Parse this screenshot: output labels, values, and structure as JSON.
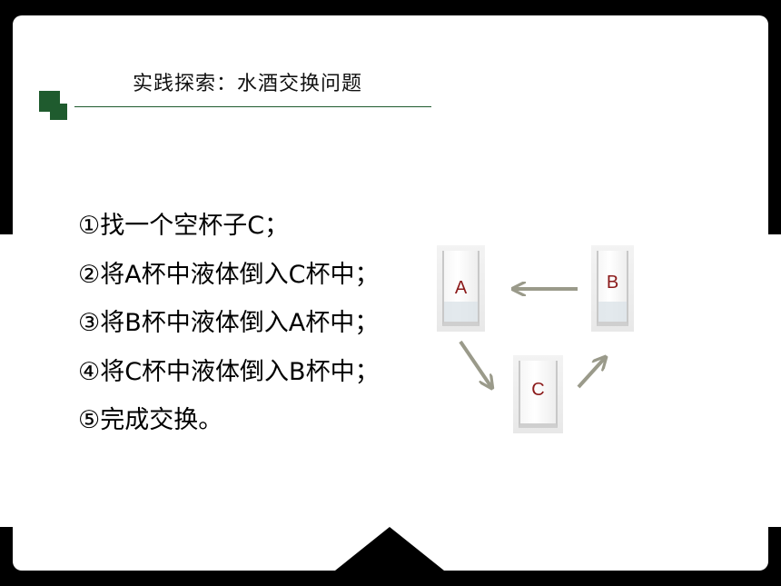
{
  "slide": {
    "title": "实践探索：水酒交换问题",
    "steps": [
      "①找一个空杯子C；",
      "②将A杯中液体倒入C杯中；",
      "③将B杯中液体倒入A杯中；",
      "④将C杯中液体倒入B杯中；",
      "⑤完成交换。"
    ]
  },
  "diagram": {
    "glasses": [
      {
        "label": "A",
        "content": "liquid"
      },
      {
        "label": "B",
        "content": "liquid"
      },
      {
        "label": "C",
        "content": "empty"
      }
    ],
    "arrows": [
      {
        "from": "B",
        "to": "A"
      },
      {
        "from": "A",
        "to": "C"
      },
      {
        "from": "C",
        "to": "B"
      }
    ],
    "label_color": "#8b1a1a",
    "arrow_color": "#9a9a8a"
  },
  "theme": {
    "accent": "#1f5b2e",
    "frame": "#000000",
    "card": "#ffffff"
  }
}
